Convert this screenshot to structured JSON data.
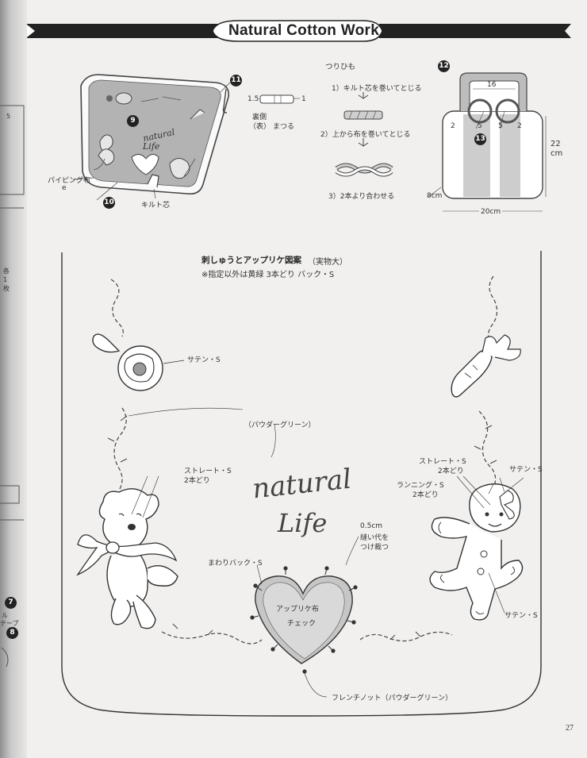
{
  "header": {
    "title": "Natural Cotton Work"
  },
  "top_left_illustration": {
    "number_9": "9",
    "number_10": "10",
    "number_11": "11",
    "label_piping": "パイピング布",
    "label_piping_e": "e",
    "label_quilt": "キルト芯",
    "bag_text_line1": "natural",
    "bag_text_line2": "Life"
  },
  "loop_instructions": {
    "title": "つりひも",
    "dim_1_5": "1.5",
    "dim_1": "1",
    "back_label": "裏側",
    "front_label": "（表）",
    "stitch_label": "まつる",
    "step1": "1）キルト芯を巻いてとじる",
    "step2": "2）上から布を巻いてとじる",
    "step3": "3）2本より合わせる"
  },
  "right_diagram": {
    "number_12": "12",
    "number_13": "13",
    "dim_16": "16",
    "dim_2a": "2",
    "dim_2b": "2",
    "dim_5a": "5",
    "dim_5b": "5",
    "dim_22": "22",
    "dim_cm": "cm",
    "dim_8cm": "8cm",
    "dim_20cm": "20cm"
  },
  "left_edge": {
    "char_1": "各",
    "char_2": "1",
    "char_3": "枚",
    "badge_7": "7",
    "badge_8": "8",
    "frag_1": "ル",
    "frag_2": "テープ",
    "dim_5": "5"
  },
  "pattern": {
    "heading": "刺しゅうとアップリケ図案",
    "heading_suffix": "（実物大）",
    "note": "※指定以外は黄緑 3本どり バック・S",
    "satin_1": "サテン・S",
    "powder_green": "（パウダーグリーン）",
    "straight_left_1": "ストレート・S",
    "straight_left_2": "2本どり",
    "straight_right_1": "ストレート・S",
    "straight_right_2": "2本どり",
    "satin_2": "サテン・S",
    "running_1": "ランニング・S",
    "running_2": "2本どり",
    "natural_text": "natural",
    "life_text": "Life",
    "seam_1": "0.5cm",
    "seam_2": "縫い代を",
    "seam_3": "つけ裁つ",
    "back_around": "まわりバック・S",
    "applique_1": "アップリケ布",
    "applique_2": "チェック",
    "satin_3": "サテン・S",
    "french_knot": "フレンチノット（パウダーグリーン）"
  },
  "footer": {
    "page_number": "27"
  }
}
